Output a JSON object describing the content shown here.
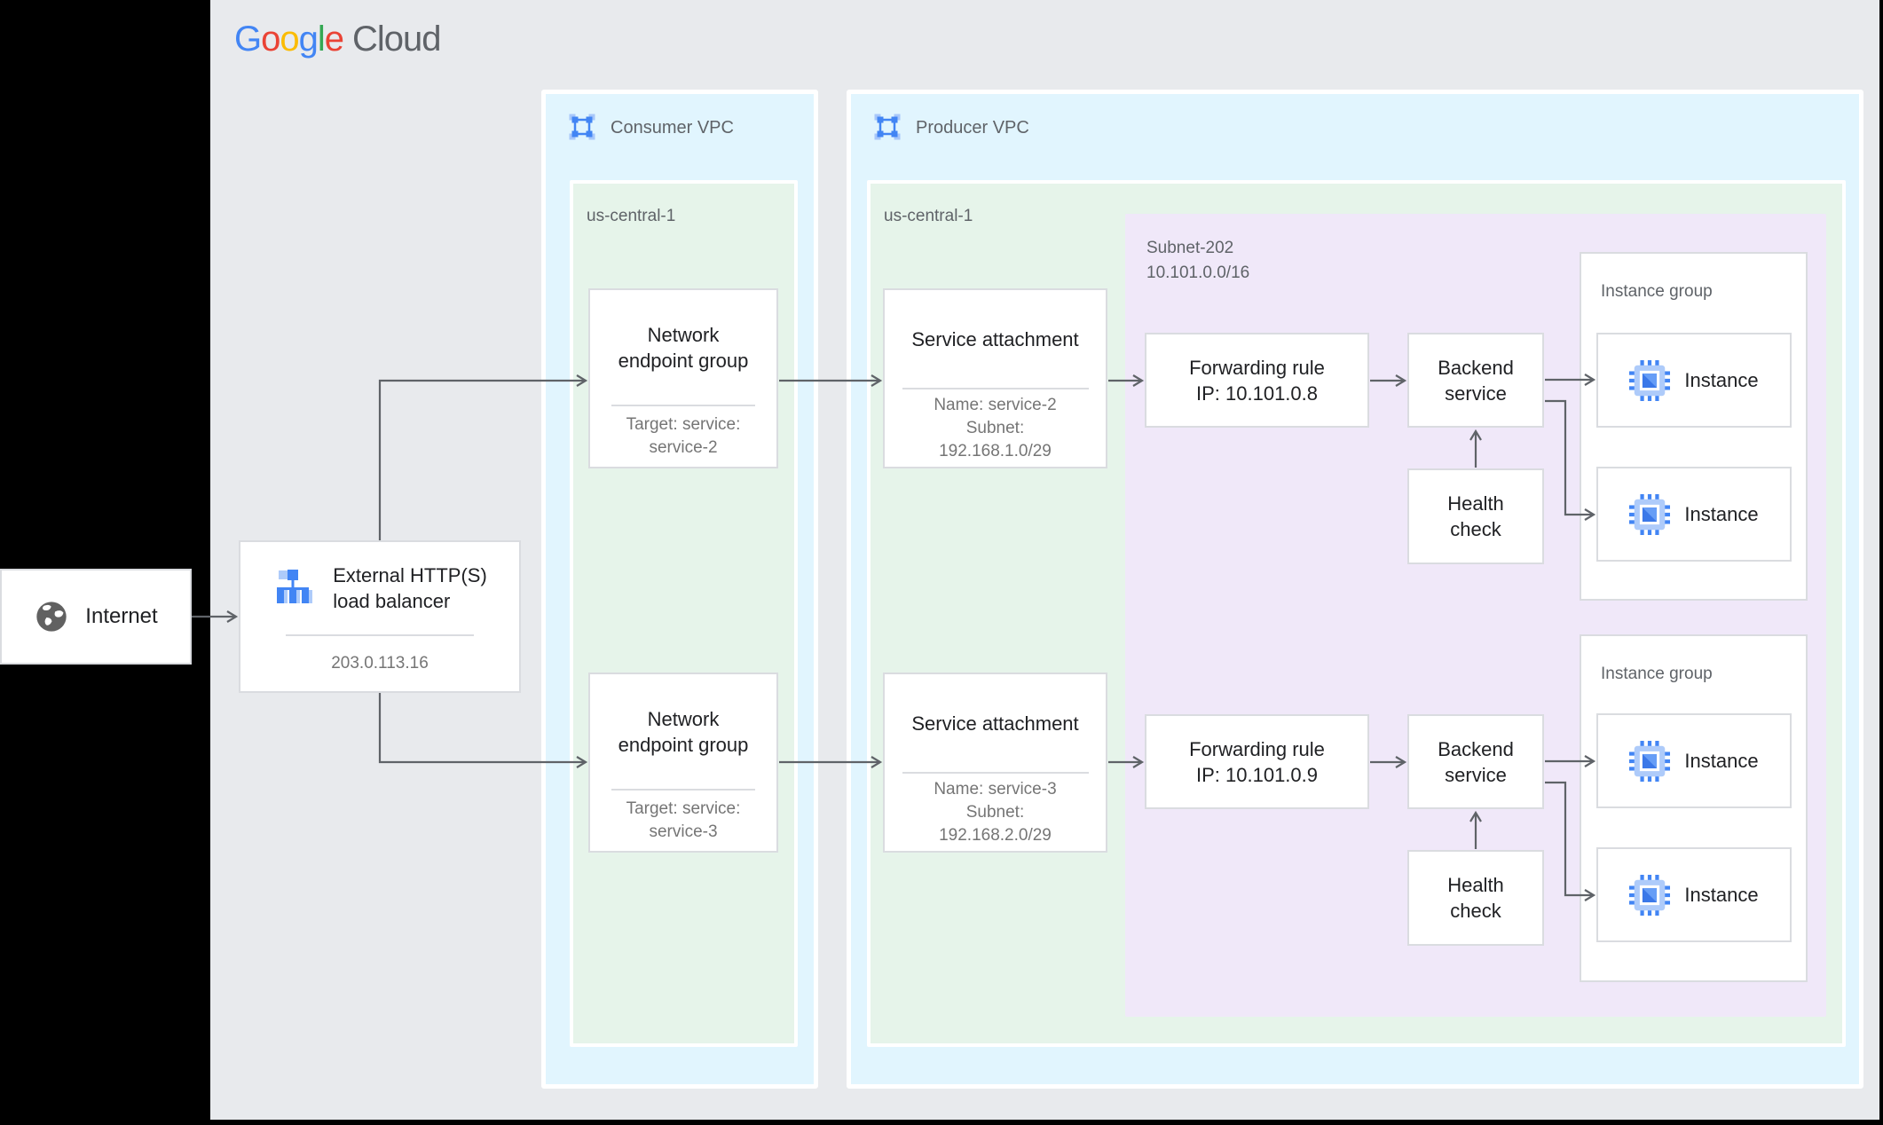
{
  "colors": {
    "panel_bg": "#E8EAED",
    "vpc_bg": "#E1F5FE",
    "region_bg": "#E6F4EA",
    "subnet_bg": "#F0E8F9",
    "box_border": "#DADCE0",
    "arrow": "#5F6368",
    "icon_blue": "#4285F4",
    "icon_blue_light": "#AECBFA",
    "logo_cloud": "#5F6368"
  },
  "logo": {
    "letters": [
      {
        "ch": "G",
        "color": "#4285F4"
      },
      {
        "ch": "o",
        "color": "#EA4335"
      },
      {
        "ch": "o",
        "color": "#FBBC05"
      },
      {
        "ch": "g",
        "color": "#4285F4"
      },
      {
        "ch": "l",
        "color": "#34A853"
      },
      {
        "ch": "e",
        "color": "#EA4335"
      }
    ],
    "cloud": "Cloud"
  },
  "internet": {
    "label": "Internet"
  },
  "load_balancer": {
    "title_line1": "External HTTP(S)",
    "title_line2": "load balancer",
    "ip": "203.0.113.16"
  },
  "consumer_vpc": {
    "label": "Consumer VPC",
    "region_label": "us-central-1",
    "negs": [
      {
        "title": "Network endpoint group",
        "target_line1": "Target: service:",
        "target_line2": "service-2"
      },
      {
        "title": "Network endpoint group",
        "target_line1": "Target: service:",
        "target_line2": "service-3"
      }
    ]
  },
  "producer_vpc": {
    "label": "Producer VPC",
    "region_label": "us-central-1",
    "service_attachments": [
      {
        "title": "Service attachment",
        "name": "Name: service-2",
        "subnet_word": "Subnet:",
        "subnet_cidr": "192.168.1.0/29"
      },
      {
        "title": "Service attachment",
        "name": "Name: service-3",
        "subnet_word": "Subnet:",
        "subnet_cidr": "192.168.2.0/29"
      }
    ],
    "subnet": {
      "name": "Subnet-202",
      "cidr": "10.101.0.0/16",
      "forwarding_rules": [
        {
          "title": "Forwarding rule",
          "ip": "IP: 10.101.0.8"
        },
        {
          "title": "Forwarding rule",
          "ip": "IP: 10.101.0.9"
        }
      ],
      "backend_service_label": "Backend service",
      "health_check_label": "Health check"
    },
    "instance_groups": {
      "label": "Instance group",
      "instance_label": "Instance"
    }
  }
}
